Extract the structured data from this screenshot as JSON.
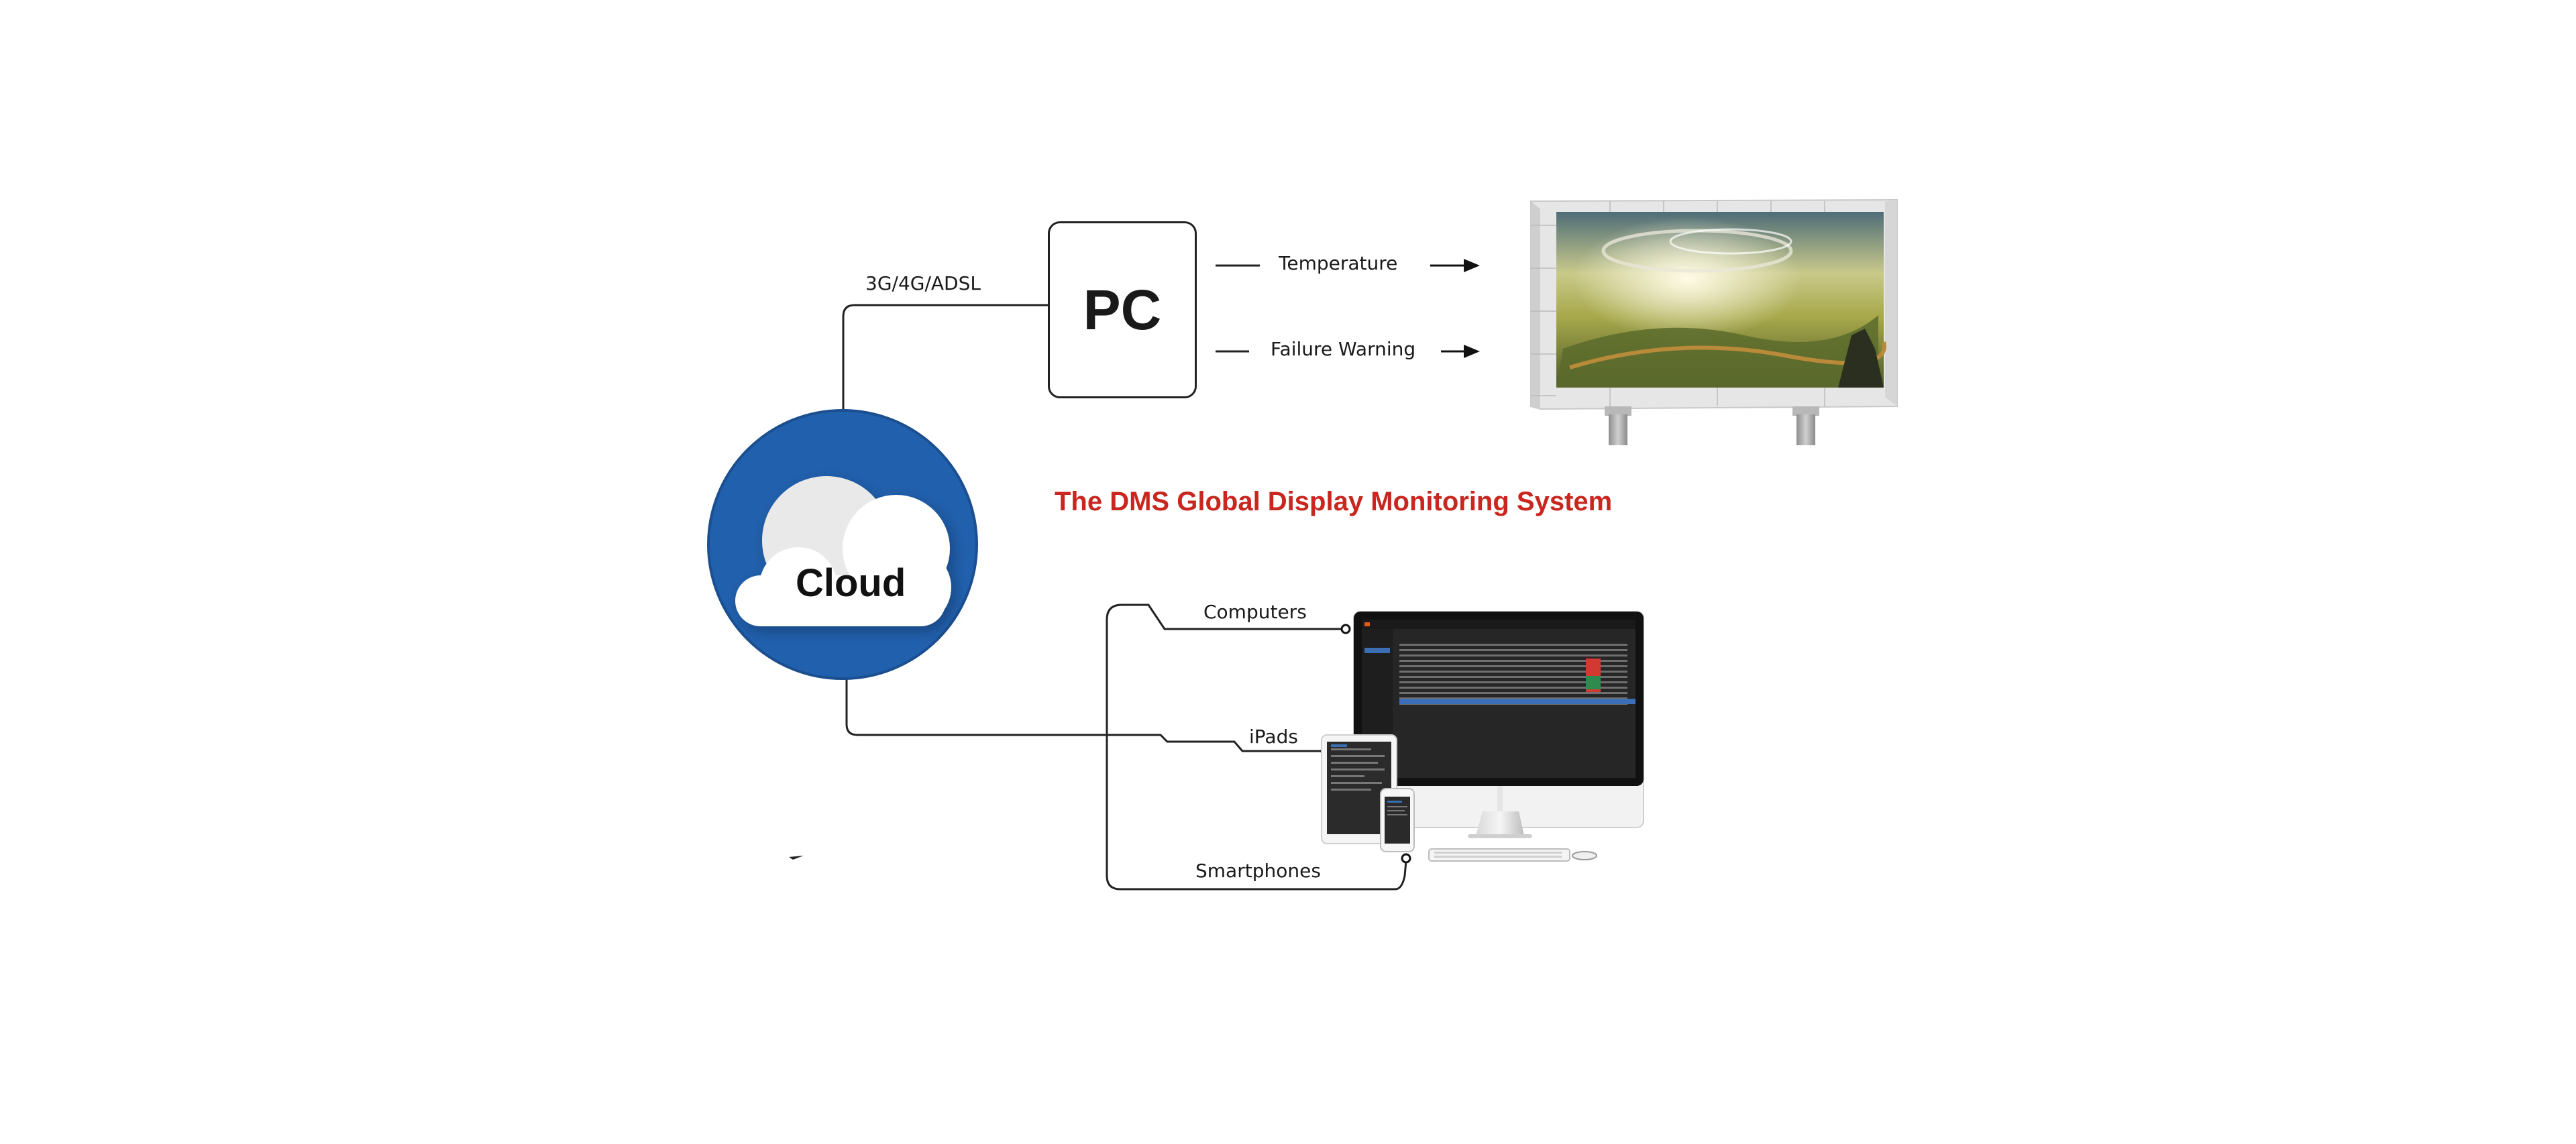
{
  "diagram": {
    "title": "The DMS Global Display Monitoring System",
    "cloud_label": "Cloud",
    "link_label": "3G/4G/ADSL",
    "pc_label": "PC",
    "outputs": [
      {
        "label": "Temperature"
      },
      {
        "label": "Failure Warning"
      }
    ],
    "clients": [
      {
        "label": "Computers"
      },
      {
        "label": "iPads"
      },
      {
        "label": "Smartphones"
      }
    ],
    "icons": {
      "cloud": "cloud-icon",
      "billboard": "led-billboard-icon",
      "monitor": "desktop-monitor-icon",
      "tablet": "tablet-icon",
      "phone": "smartphone-icon",
      "keyboard": "keyboard-icon",
      "mouse": "mouse-icon"
    },
    "colors": {
      "cloud_circle": "#2160ad",
      "title": "#c8261f",
      "line": "#222222"
    }
  }
}
